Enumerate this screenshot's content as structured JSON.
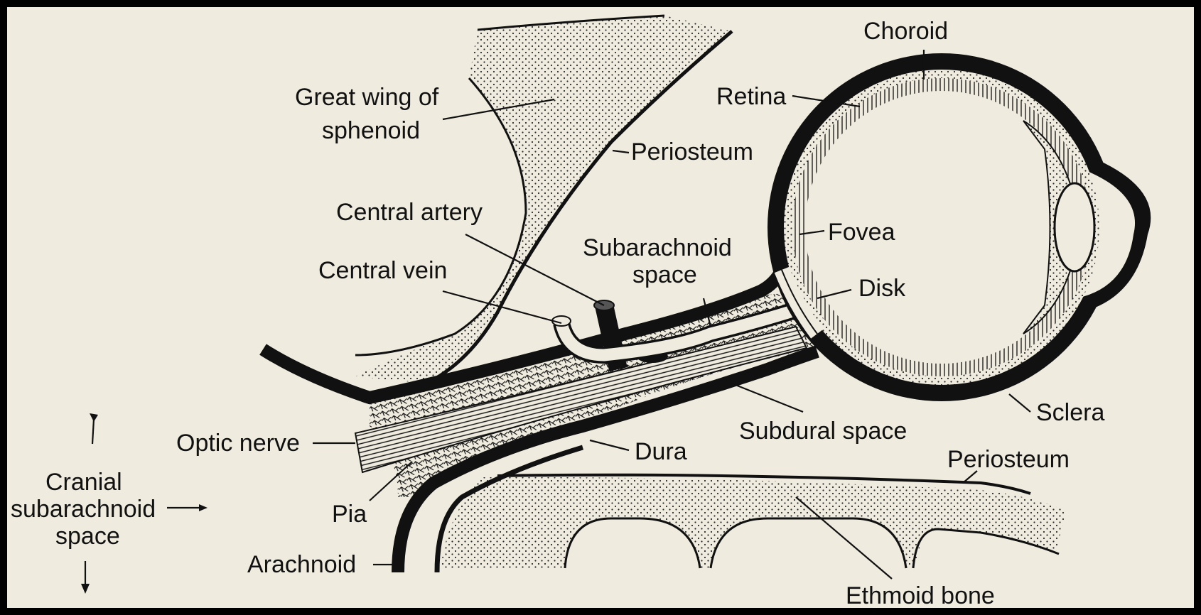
{
  "colors": {
    "background": "#efecdf",
    "ink": "#111111",
    "frame": "#000000",
    "stipple": "#2a2a2a"
  },
  "labels": {
    "choroid": "Choroid",
    "retina": "Retina",
    "great_wing_line1": "Great wing of",
    "great_wing_line2": "sphenoid",
    "periosteum_top": "Periosteum",
    "central_artery": "Central artery",
    "subarachnoid_line1": "Subarachnoid",
    "subarachnoid_line2": "space",
    "central_vein": "Central vein",
    "fovea": "Fovea",
    "disk": "Disk",
    "sclera": "Sclera",
    "subdural_space": "Subdural space",
    "optic_nerve": "Optic nerve",
    "dura": "Dura",
    "periosteum_bottom": "Periosteum",
    "cranial_line1": "Cranial",
    "cranial_line2": "subarachnoid",
    "cranial_line3": "space",
    "pia": "Pia",
    "arachnoid": "Arachnoid",
    "ethmoid_bone": "Ethmoid bone"
  }
}
